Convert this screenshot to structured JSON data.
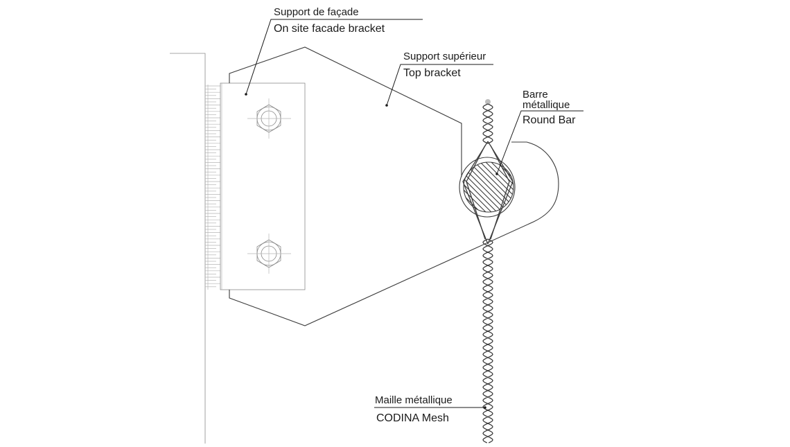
{
  "labels": {
    "facade_bracket_fr": "Support de façade",
    "facade_bracket_en": "On site facade bracket",
    "top_bracket_fr": "Support supérieur",
    "top_bracket_en": "Top bracket",
    "round_bar_fr_1": "Barre",
    "round_bar_fr_2": "métallique",
    "round_bar_en": "Round Bar",
    "mesh_fr": "Maille métallique",
    "mesh_en": "CODINA Mesh"
  }
}
